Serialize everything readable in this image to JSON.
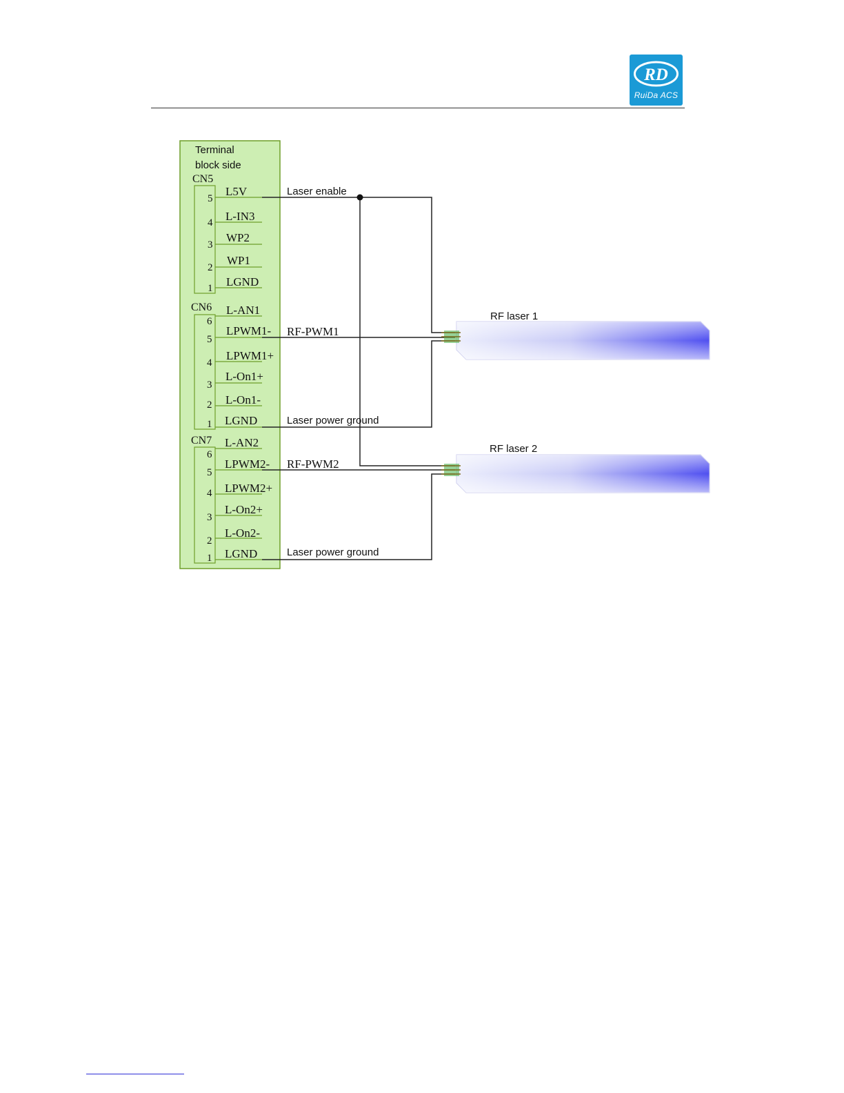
{
  "header": {
    "logo_mark": "RD",
    "logo_caption": "RuiDa ACS"
  },
  "diagram": {
    "terminal_title": "Terminal",
    "terminal_subtitle": "block side",
    "connectors": [
      {
        "name": "CN5",
        "pins": [
          {
            "num": "5",
            "label": "L5V"
          },
          {
            "num": "4",
            "label": "L-IN3"
          },
          {
            "num": "3",
            "label": "WP2"
          },
          {
            "num": "2",
            "label": "WP1"
          },
          {
            "num": "1",
            "label": "LGND"
          }
        ]
      },
      {
        "name": "CN6",
        "pins": [
          {
            "num": "6",
            "label": "L-AN1"
          },
          {
            "num": "5",
            "label": "LPWM1-"
          },
          {
            "num": "4",
            "label": "LPWM1+"
          },
          {
            "num": "3",
            "label": "L-On1+"
          },
          {
            "num": "2",
            "label": "L-On1-"
          },
          {
            "num": "1",
            "label": "LGND"
          }
        ]
      },
      {
        "name": "CN7",
        "pins": [
          {
            "num": "6",
            "label": "L-AN2"
          },
          {
            "num": "5",
            "label": "LPWM2-"
          },
          {
            "num": "4",
            "label": "LPWM2+"
          },
          {
            "num": "3",
            "label": "L-On2+"
          },
          {
            "num": "2",
            "label": "L-On2-"
          },
          {
            "num": "1",
            "label": "LGND"
          }
        ]
      }
    ],
    "wire_labels": {
      "laser_enable": "Laser enable",
      "rf_pwm1": "RF-PWM1",
      "ground1": "Laser power ground",
      "rf_pwm2": "RF-PWM2",
      "ground2": "Laser power ground"
    },
    "lasers": {
      "laser1": "RF laser 1",
      "laser2": "RF laser 2"
    }
  },
  "colors": {
    "terminal_fill": "#cdeeb3",
    "terminal_border": "#6e9e2a",
    "wire": "#222222",
    "laser_light": "#e6e7fa",
    "laser_dark": "#5b5bf0",
    "logo_blue": "#1b9ad6"
  }
}
